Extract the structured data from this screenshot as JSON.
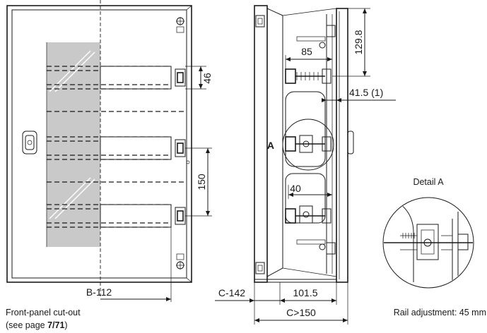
{
  "front_view": {
    "dim_46": "46",
    "dim_150": "150",
    "dim_b112": "B-112",
    "caption_line1": "Front-panel cut-out",
    "caption_line2_prefix": "(see page ",
    "caption_line2_ref": "7/71",
    "caption_line2_suffix": ")"
  },
  "side_view": {
    "dim_129_8": "129.8",
    "dim_85": "85",
    "dim_41_5": "41.5 (1)",
    "dim_40": "40",
    "label_a": "A",
    "dim_c142": "C-142",
    "dim_101_5": "101.5",
    "dim_c150": "C>150"
  },
  "detail": {
    "title": "Detail A",
    "caption": "Rail adjustment: 45 mm"
  }
}
